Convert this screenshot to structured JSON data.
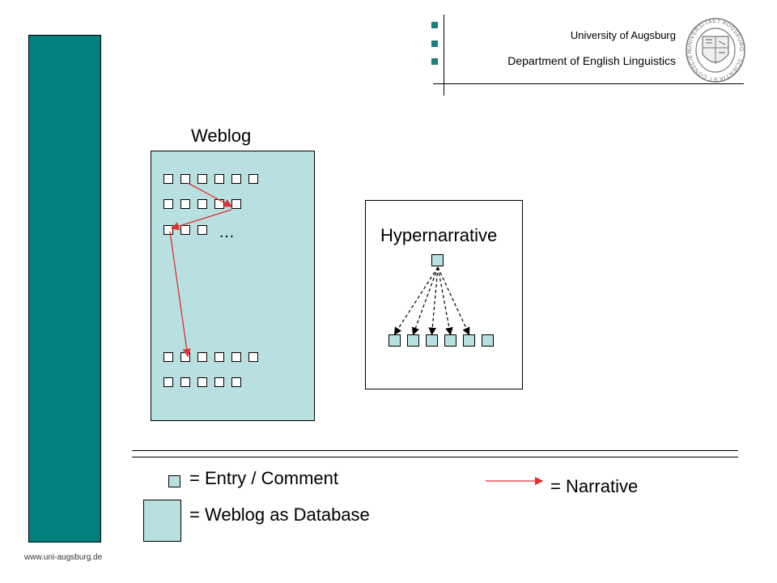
{
  "header": {
    "university": "University of Augsburg",
    "department": "Department of English Linguistics"
  },
  "footer": {
    "url": "www.uni-augsburg.de"
  },
  "seal": {
    "outer_text": "UNIVERSITAET AUGSBURG",
    "inner_text": "SCIENTIA ET CONSCIENTIA"
  },
  "weblog": {
    "title": "Weblog",
    "row_counts": [
      6,
      5,
      3,
      6,
      5
    ],
    "ellipsis": "…"
  },
  "hypernarrative": {
    "title": "Hypernarrative",
    "child_count": 6
  },
  "legend": {
    "entry_label": "= Entry / Comment",
    "database_label": "= Weblog as Database",
    "narrative_label": "= Narrative"
  },
  "colors": {
    "teal": "#008080",
    "light_teal": "#b9e0e0",
    "narrative_red": "#e03030"
  }
}
